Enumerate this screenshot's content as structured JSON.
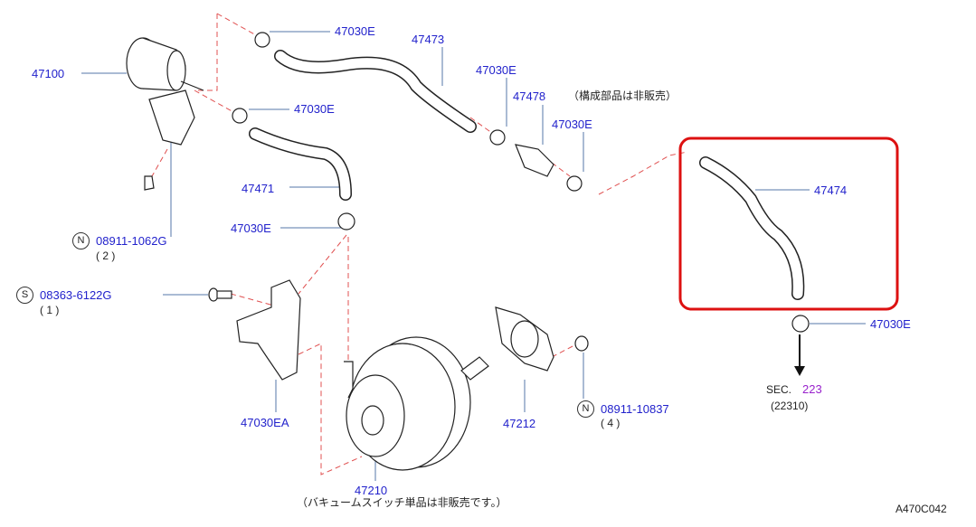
{
  "diagram_code": "A470C042",
  "labels": {
    "clamp_top": "47030E",
    "hose_47473": "47473",
    "canister": "47100",
    "clamp_mid": "47030E",
    "clamp_478_left": "47030E",
    "valve": "47478",
    "valve_note": "（構成部品は非販売）",
    "clamp_478_right": "47030E",
    "hose_47474": "47474",
    "hose_47471": "47471",
    "clamp_lower": "47030E",
    "nut_1": {
      "symbol": "N",
      "part": "08911-1062G",
      "qty": "( 2 )"
    },
    "screw": {
      "symbol": "S",
      "part": "08363-6122G",
      "qty": "( 1 )"
    },
    "bracket": "47030EA",
    "gasket": "47212",
    "nut_2": {
      "symbol": "N",
      "part": "08911-10837",
      "qty": "( 4 )"
    },
    "clamp_right": "47030E",
    "sec_prefix": "SEC.",
    "sec_num": "223",
    "sec_sub": "(22310)",
    "booster": "47210",
    "booster_note": "（バキュームスイッチ単品は非販売です。）"
  },
  "colors": {
    "label": "#2222cc",
    "highlight": "#dd1111",
    "leader": "#5577aa",
    "dash": "#e05050",
    "sec": "#9922cc"
  }
}
